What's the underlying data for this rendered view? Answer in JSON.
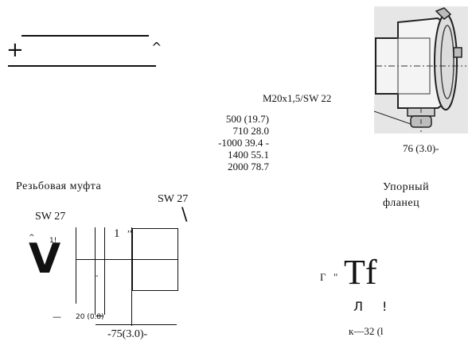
{
  "top_left": {
    "plus": "+",
    "caret": "^"
  },
  "thread_spec": "M20x1,5/SW 22",
  "lengths": [
    "500 (19.7)",
    "710  28.0",
    "-1000  39.4 -",
    "1400  55.1",
    "2000  78.7"
  ],
  "flange_dim": "76 (3.0)-",
  "coupling_label": "Резьбовая муфта",
  "flange_label_line1": "Упорный",
  "flange_label_line2": "фланец",
  "sw_top": "SW 27",
  "sw_left": "SW 27",
  "backslash": "\\",
  "tick_a": "^",
  "tick_b": "1!",
  "big_v": "V",
  "one_mark": "1",
  "quote_mark": ",,",
  "dash_mark": "-",
  "long_dash": "—",
  "dim_20": "20 (0.8)",
  "dim_75": "-75(3.0)-",
  "g_mark": "Г",
  "q_mark": "\"",
  "tf_mark": "Tf",
  "l_mark": "Л",
  "bang_mark": "!",
  "k32_mark": "к—32 (l"
}
